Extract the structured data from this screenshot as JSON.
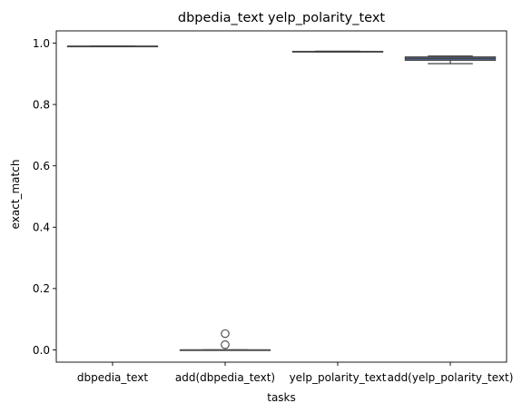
{
  "chart_data": {
    "type": "box",
    "title": "dbpedia_text yelp_polarity_text",
    "xlabel": "tasks",
    "ylabel": "exact_match",
    "ylim": [
      -0.04,
      1.04
    ],
    "yticks": [
      "0.0",
      "0.2",
      "0.4",
      "0.6",
      "0.8",
      "1.0"
    ],
    "grid": false,
    "categories": [
      "dbpedia_text",
      "add(dbpedia_text)",
      "yelp_polarity_text",
      "add(yelp_polarity_text)"
    ],
    "boxes": [
      {
        "whisker_low": 0.99,
        "q1": 0.99,
        "median": 0.99,
        "q3": 0.99,
        "whisker_high": 0.99,
        "outliers": []
      },
      {
        "whisker_low": 0.0,
        "q1": 0.0,
        "median": 0.0,
        "q3": 0.0,
        "whisker_high": 0.0,
        "outliers": [
          0.017,
          0.053
        ]
      },
      {
        "whisker_low": 0.971,
        "q1": 0.971,
        "median": 0.972,
        "q3": 0.973,
        "whisker_high": 0.974,
        "outliers": []
      },
      {
        "whisker_low": 0.933,
        "q1": 0.944,
        "median": 0.95,
        "q3": 0.955,
        "whisker_high": 0.958,
        "outliers": []
      }
    ],
    "box_color": "#5170a8",
    "line_color": "#444444"
  }
}
